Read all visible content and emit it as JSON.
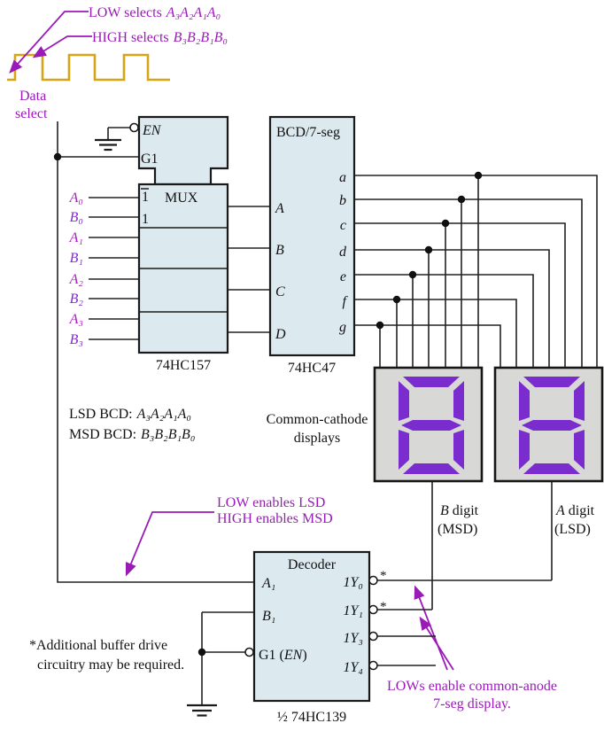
{
  "colors": {
    "wire": "#222222",
    "blockfill": "#dce9ee",
    "ann": "#9a1ab8",
    "sigA": "#ad1cc4",
    "sigB": "#8227d2",
    "gold": "#d5a417",
    "seg": "#7b2cce",
    "dispfill": "#d8d8d6"
  },
  "annotations": {
    "low_selects": {
      "prefix": "LOW selects",
      "signal": "A₃A₂A₁A₀"
    },
    "high_selects": {
      "prefix": "HIGH selects",
      "signal": "B₃B₂B₁B₀"
    },
    "data_select": [
      "Data",
      "select"
    ],
    "lsd_bcd": {
      "prefix": "LSD BCD:",
      "signal": "A₃A₂A₁A₀"
    },
    "msd_bcd": {
      "prefix": "MSD BCD:",
      "signal": "B₃B₂B₁B₀"
    },
    "common_cathode": [
      "Common-cathode",
      "displays"
    ],
    "low_enables": "LOW enables LSD",
    "high_enables": "HIGH enables MSD",
    "buffer_note": [
      "*Additional buffer drive",
      "circuitry may be required."
    ],
    "lows_enable": [
      "LOWs enable common-anode",
      "7-seg display."
    ]
  },
  "mux": {
    "part": "74HC157",
    "title": "MUX",
    "en": "EN",
    "g1": "G1",
    "select_not1": "1",
    "select_1": "1",
    "inputs": [
      "A₀",
      "B₀",
      "A₁",
      "B₁",
      "A₂",
      "B₂",
      "A₃",
      "B₃"
    ]
  },
  "bcd7seg": {
    "part": "74HC47",
    "title": "BCD/7-seg",
    "inputs": [
      "A",
      "B",
      "C",
      "D"
    ],
    "outputs": [
      "a",
      "b",
      "c",
      "d",
      "e",
      "f",
      "g"
    ]
  },
  "displays": {
    "left": {
      "letter": "B",
      "word": "digit",
      "sub": "(MSD)"
    },
    "right": {
      "letter": "A",
      "word": "digit",
      "sub": "(LSD)"
    }
  },
  "decoder": {
    "part": "½ 74HC139",
    "title": "Decoder",
    "input_a": "A₁",
    "input_b": "B₁",
    "g1_prefix": "G1 (",
    "g1_en": "EN",
    "g1_suffix": ")",
    "outputs": [
      "1Y₀",
      "1Y₁",
      "1Y₃",
      "1Y₄"
    ],
    "asterisk": "*"
  }
}
